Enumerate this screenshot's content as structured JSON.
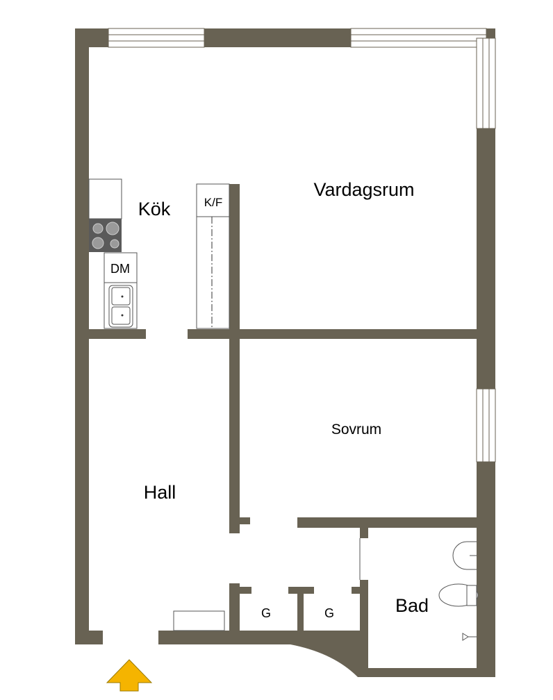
{
  "rooms": {
    "kitchen": "Kök",
    "living_room": "Vardagsrum",
    "bedroom": "Sovrum",
    "hall": "Hall",
    "closet_1": "G",
    "closet_2": "G",
    "bathroom": "Bad"
  },
  "fixtures": {
    "fridge_freezer": "K/F",
    "dishwasher": "DM"
  },
  "colors": {
    "wall": "#686253",
    "stove": "#5a5a5a",
    "entrance_arrow": "#f5b400"
  },
  "entrance_icon": "arrow-up-icon"
}
